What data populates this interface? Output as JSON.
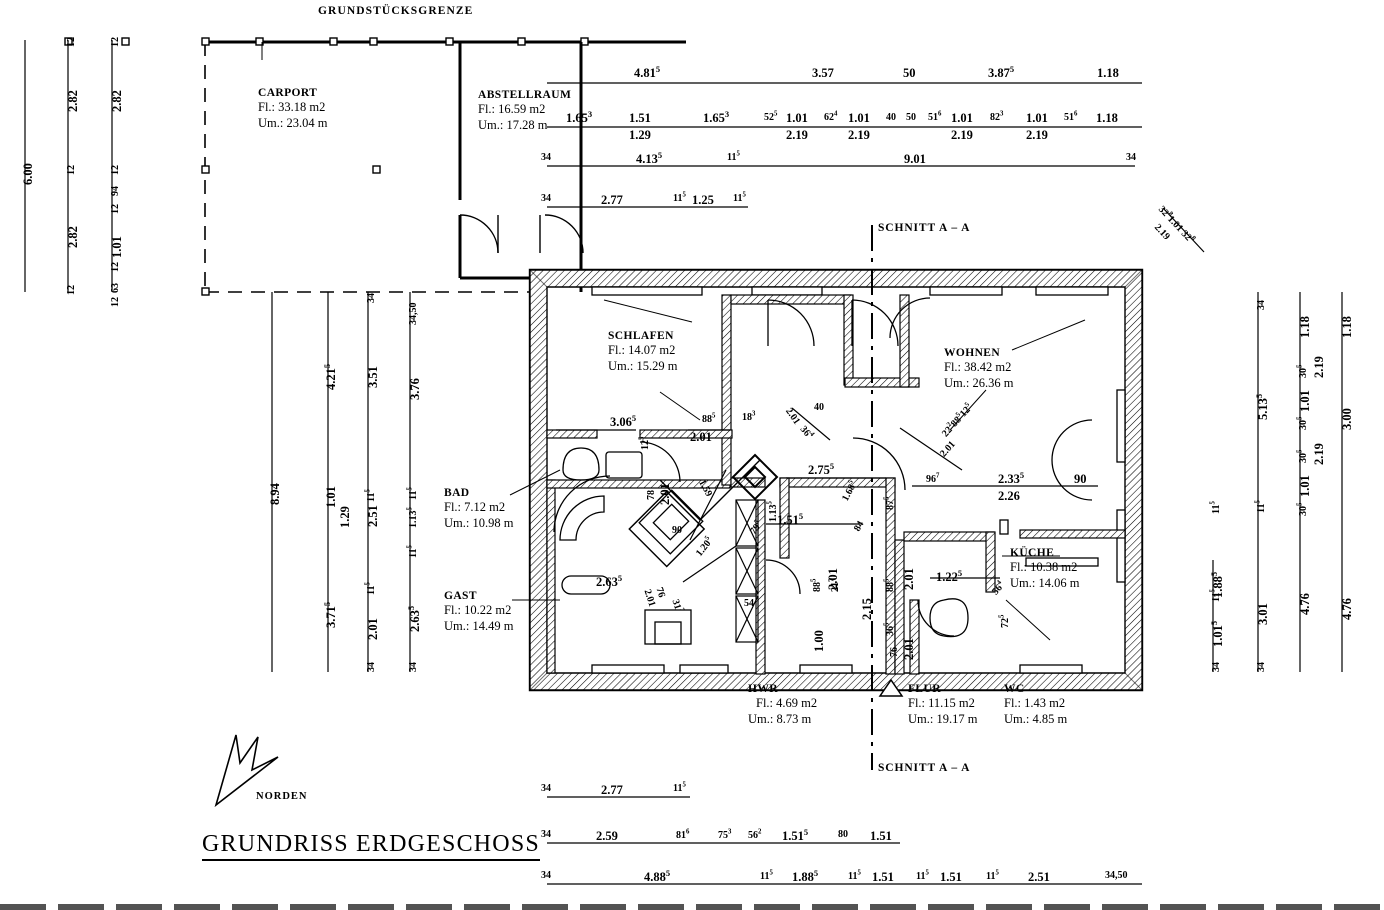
{
  "drawing": {
    "title": "GRUNDRISS ERDGESCHOSS",
    "property_line_label": "GRUNDSTÜCKSGRENZE",
    "north_label": "NORDEN",
    "section_top": "SCHNITT A – A",
    "section_bottom": "SCHNITT A – A",
    "area_prefix": "Fl.:",
    "perimeter_prefix": "Um.:",
    "unit_area": "m2",
    "unit_len": "m"
  },
  "rooms": [
    {
      "name": "CARPORT",
      "area": "Fl.: 33.18 m2",
      "perimeter": "Um.: 23.04 m"
    },
    {
      "name": "ABSTELLRAUM",
      "area": "Fl.: 16.59 m2",
      "perimeter": "Um.: 17.28 m"
    },
    {
      "name": "SCHLAFEN",
      "area": "Fl.: 14.07 m2",
      "perimeter": "Um.: 15.29 m"
    },
    {
      "name": "WOHNEN",
      "area": "Fl.: 38.42 m2",
      "perimeter": "Um.: 26.36 m"
    },
    {
      "name": "BAD",
      "area": "Fl.: 7.12 m2",
      "perimeter": "Um.: 10.98 m"
    },
    {
      "name": "GAST",
      "area": "Fl.: 10.22 m2",
      "perimeter": "Um.: 14.49 m"
    },
    {
      "name": "KÜCHE",
      "area": "Fl.: 10.38 m2",
      "perimeter": "Um.: 14.06 m"
    },
    {
      "name": "HWR",
      "area": "Fl.: 4.69 m2",
      "perimeter": "Um.: 8.73 m"
    },
    {
      "name": "FLUR",
      "area": "Fl.: 11.15 m2",
      "perimeter": "Um.: 19.17 m"
    },
    {
      "name": "WC",
      "area": "Fl.: 1.43 m2",
      "perimeter": "Um.: 4.85 m"
    }
  ],
  "dimensions": {
    "top_chain_1": [
      "4.81",
      "3.57",
      "50",
      "3.87",
      "1.18"
    ],
    "top_chain_1_sup": [
      "5",
      "",
      "",
      "5",
      ""
    ],
    "top_chain_2_upper": [
      "1.65",
      "1.51",
      "1.65",
      "52",
      "1.01",
      "62",
      "1.01",
      "40",
      "50",
      "51",
      "1.01",
      "82",
      "1.01",
      "51",
      "1.18"
    ],
    "top_chain_2_lower": [
      "1.29",
      "2.19",
      "2.19",
      "2.19",
      "2.19"
    ],
    "top_chain_3": [
      "34",
      "4.13",
      "11",
      "9.01",
      "34"
    ],
    "top_chain_4": [
      "34",
      "2.77",
      "11",
      "1.25",
      "11"
    ],
    "left_total": "6.00",
    "left_chain_a": [
      "12",
      "2.82",
      "12",
      "2.82",
      "12"
    ],
    "left_chain_b": [
      "12",
      "2.82",
      "12",
      "94",
      "12",
      "1.01",
      "12",
      "63",
      "12"
    ],
    "left_total_house": "8.94",
    "left_chain_c": [
      "4.21",
      "1.01",
      "1.29",
      "3.71"
    ],
    "left_chain_d": [
      "34",
      "3.51",
      "11",
      "2.51",
      "11",
      "2.01",
      "34"
    ],
    "left_chain_e": [
      "34,50",
      "3.76",
      "11",
      "1.13",
      "11",
      "2.63",
      "34"
    ],
    "right_chain_a": [
      "34",
      "1.01",
      "11",
      "1.88",
      "11"
    ],
    "right_chain_b": [
      "34",
      "5.13",
      "11",
      "3.01",
      "34"
    ],
    "right_chain_c": [
      "1.18",
      "30",
      "1.01",
      "30",
      "2.19",
      "30",
      "1.01",
      "30",
      "2.19",
      "4.76"
    ],
    "right_chain_d": [
      "1.18",
      "3.00",
      "4.76"
    ],
    "right_diag": [
      "32",
      "1.01",
      "32",
      "2.19"
    ],
    "bottom_chain_1": [
      "34",
      "2.77",
      "11"
    ],
    "bottom_chain_2": [
      "34",
      "2.59",
      "81",
      "75",
      "56",
      "1.51",
      "80",
      "1.51"
    ],
    "bottom_chain_3": [
      "34",
      "4.88",
      "11",
      "1.88",
      "11",
      "1.51",
      "11",
      "1.51",
      "11",
      "2.51",
      "34,50"
    ],
    "interior": [
      "3.06",
      "88",
      "2.01",
      "18",
      "2.01",
      "40",
      "36",
      "2.75",
      "12",
      "78",
      "2.01",
      "1.59",
      "1.13",
      "1.51",
      "1.68",
      "22",
      "88",
      "12",
      "2.01",
      "96",
      "2.33",
      "2.26",
      "90",
      "87",
      "88",
      "36",
      "2.01",
      "1.22",
      "56",
      "72",
      "90",
      "1.20",
      "79",
      "2.63",
      "76",
      "2.01",
      "31",
      "54",
      "1.00",
      "88",
      "21",
      "2.01",
      "2.15",
      "76",
      "84",
      "2.19"
    ]
  },
  "colors": {
    "ink": "#000000",
    "wall_fill": "#d8d8d8",
    "paper": "#ffffff"
  }
}
